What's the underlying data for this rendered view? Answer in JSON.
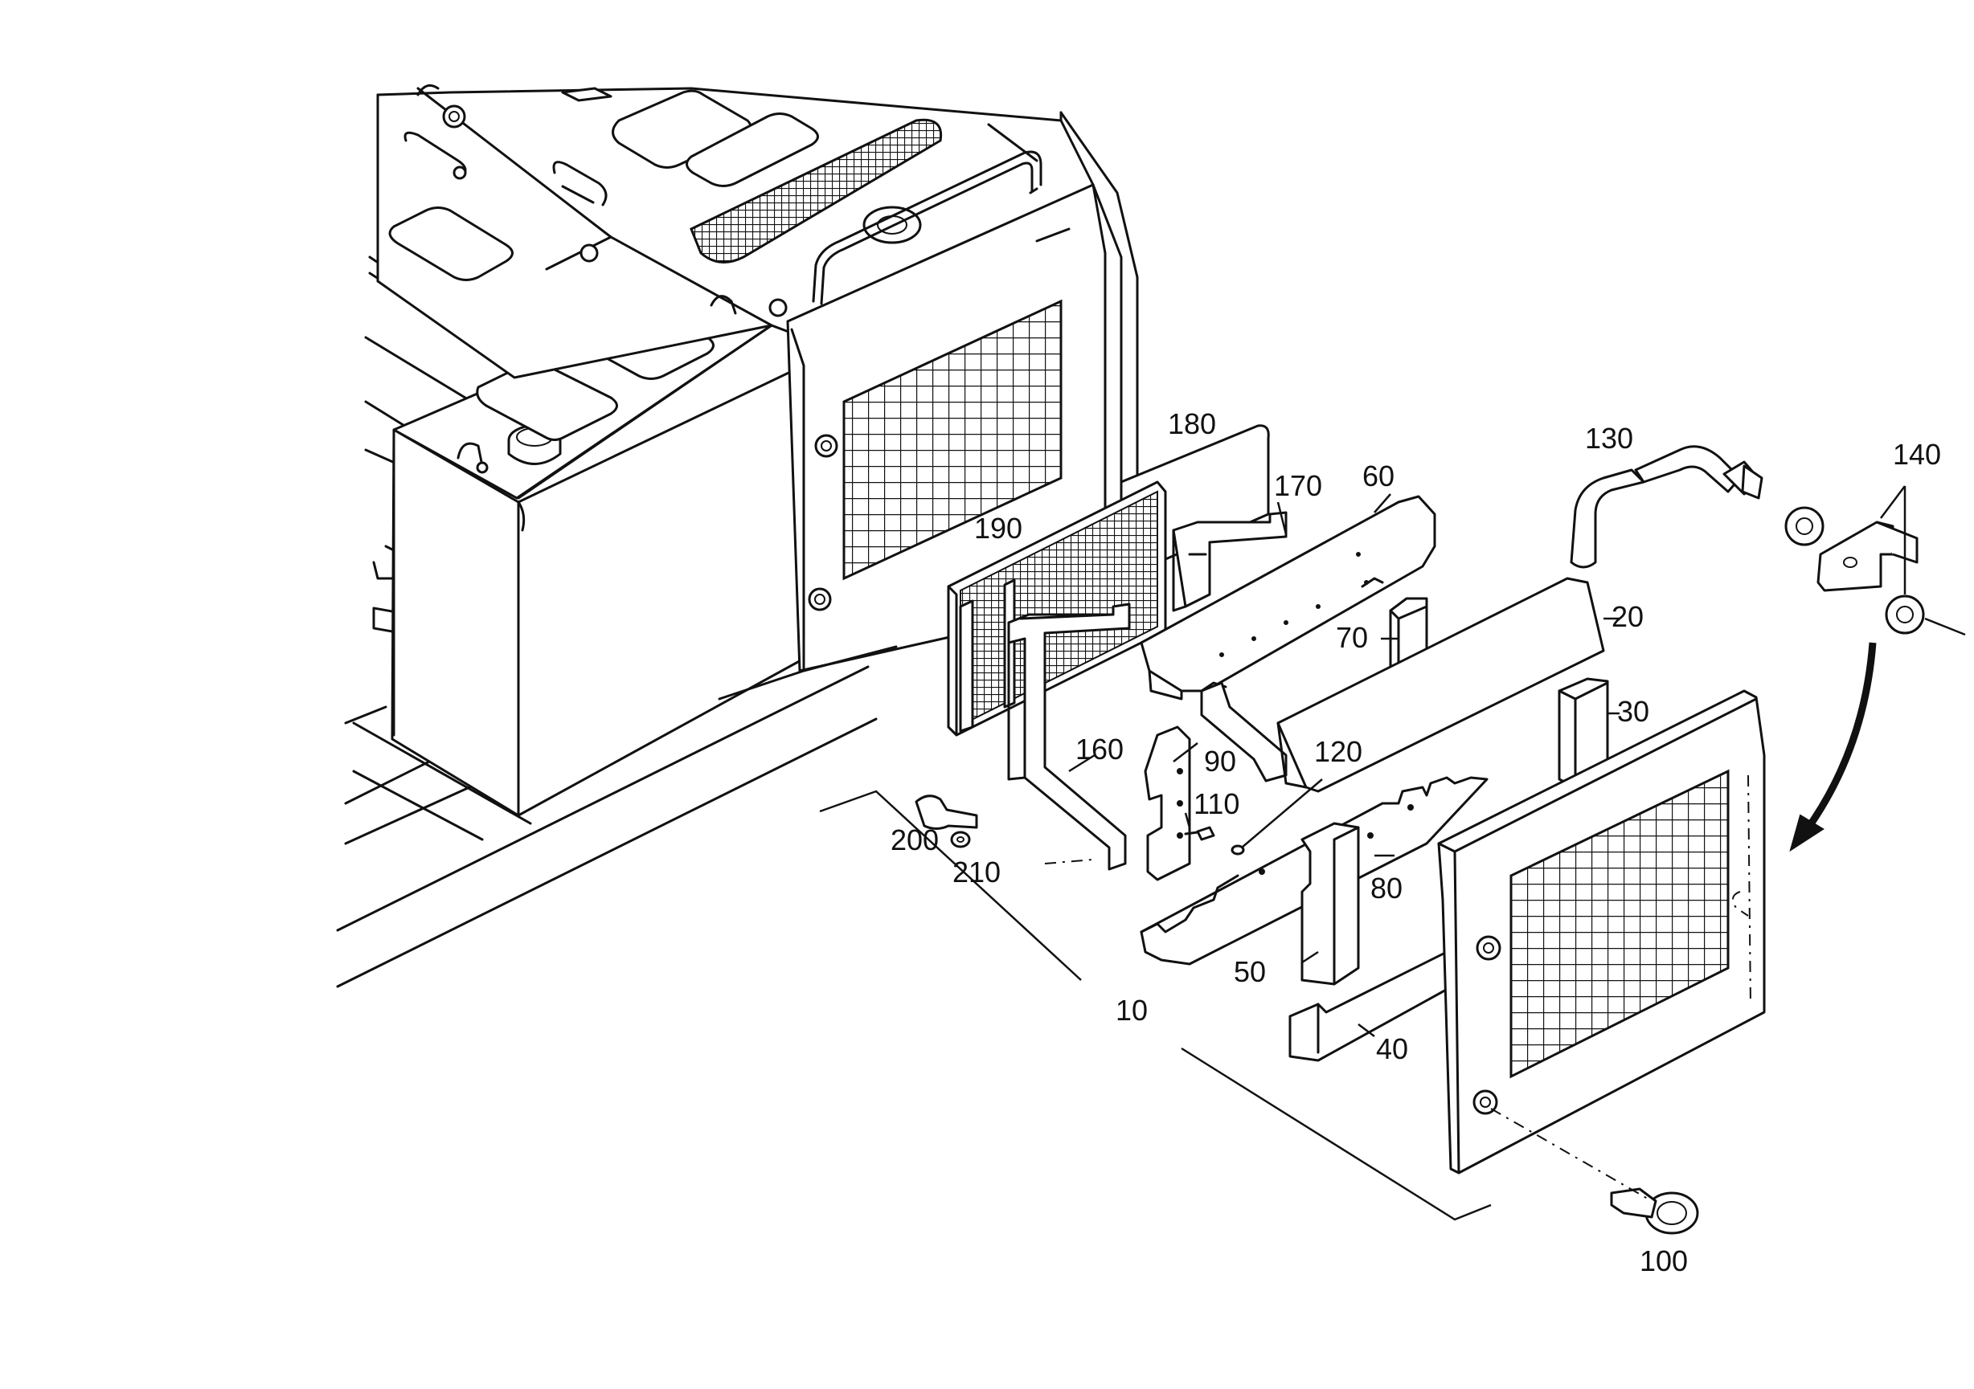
{
  "diagram": {
    "labels": {
      "p10": "10",
      "p20": "20",
      "p30": "30",
      "p40": "40",
      "p50": "50",
      "p60": "60",
      "p70": "70",
      "p80": "80",
      "p90": "90",
      "p100": "100",
      "p110": "110",
      "p120": "120",
      "p130": "130",
      "p140": "140",
      "p160": "160",
      "p170": "170",
      "p180": "180",
      "p190": "190",
      "p200": "200",
      "p210": "210"
    }
  }
}
